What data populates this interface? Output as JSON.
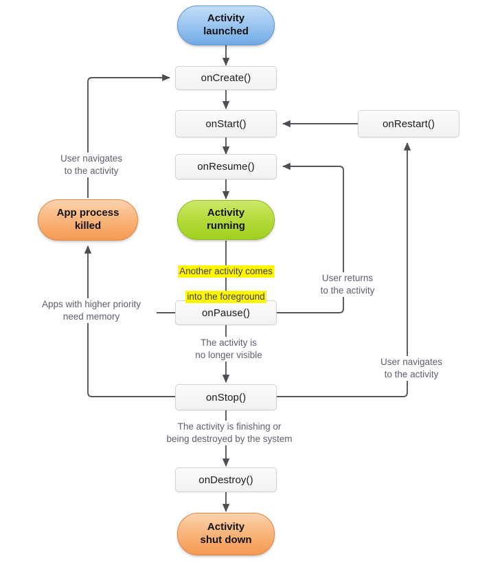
{
  "diagram": {
    "title": "Android Activity Lifecycle",
    "background": "#ffffff",
    "edge_color": "#55565c",
    "label_color": "#5c5f6b",
    "highlight_color": "#fff500",
    "nodes": {
      "activity_launched": {
        "label": "Activity\nlaunched",
        "kind": "state",
        "color": "#9ec7f0"
      },
      "on_create": {
        "label": "onCreate()",
        "kind": "callback"
      },
      "on_start": {
        "label": "onStart()",
        "kind": "callback"
      },
      "on_resume": {
        "label": "onResume()",
        "kind": "callback"
      },
      "activity_running": {
        "label": "Activity\nrunning",
        "kind": "state",
        "color": "#b6dc3d"
      },
      "on_pause": {
        "label": "onPause()",
        "kind": "callback"
      },
      "on_stop": {
        "label": "onStop()",
        "kind": "callback"
      },
      "on_destroy": {
        "label": "onDestroy()",
        "kind": "callback"
      },
      "on_restart": {
        "label": "onRestart()",
        "kind": "callback"
      },
      "app_process_killed": {
        "label": "App process\nkilled",
        "kind": "state",
        "color": "#fab77e"
      },
      "activity_shut_down": {
        "label": "Activity\nshut down",
        "kind": "state",
        "color": "#fab77e"
      }
    },
    "edge_labels": {
      "user_navigates_left": "User navigates\nto the activity",
      "another_activity_foreground_line1": "Another activity comes",
      "another_activity_foreground_line2": "into the foreground",
      "apps_higher_priority": "Apps with higher priority\nneed memory",
      "user_returns": "User returns\nto the activity",
      "no_longer_visible": "The activity is\nno longer visible",
      "finishing_or_destroyed": "The activity is finishing or\nbeing destroyed by the system",
      "user_navigates_right": "User navigates\nto the activity"
    },
    "edges": [
      {
        "from": "activity_launched",
        "to": "on_create"
      },
      {
        "from": "on_create",
        "to": "on_start"
      },
      {
        "from": "on_start",
        "to": "on_resume"
      },
      {
        "from": "on_resume",
        "to": "activity_running"
      },
      {
        "from": "activity_running",
        "to": "on_pause",
        "label": "another_activity_foreground"
      },
      {
        "from": "on_pause",
        "to": "on_resume",
        "label": "user_returns"
      },
      {
        "from": "on_pause",
        "to": "on_stop",
        "label": "no_longer_visible"
      },
      {
        "from": "on_pause",
        "to": "app_process_killed",
        "label": "apps_higher_priority"
      },
      {
        "from": "on_stop",
        "to": "app_process_killed"
      },
      {
        "from": "on_stop",
        "to": "on_restart",
        "label": "user_navigates_right"
      },
      {
        "from": "on_restart",
        "to": "on_start"
      },
      {
        "from": "app_process_killed",
        "to": "on_create",
        "label": "user_navigates_left"
      },
      {
        "from": "on_stop",
        "to": "on_destroy",
        "label": "finishing_or_destroyed"
      },
      {
        "from": "on_destroy",
        "to": "activity_shut_down"
      }
    ]
  }
}
